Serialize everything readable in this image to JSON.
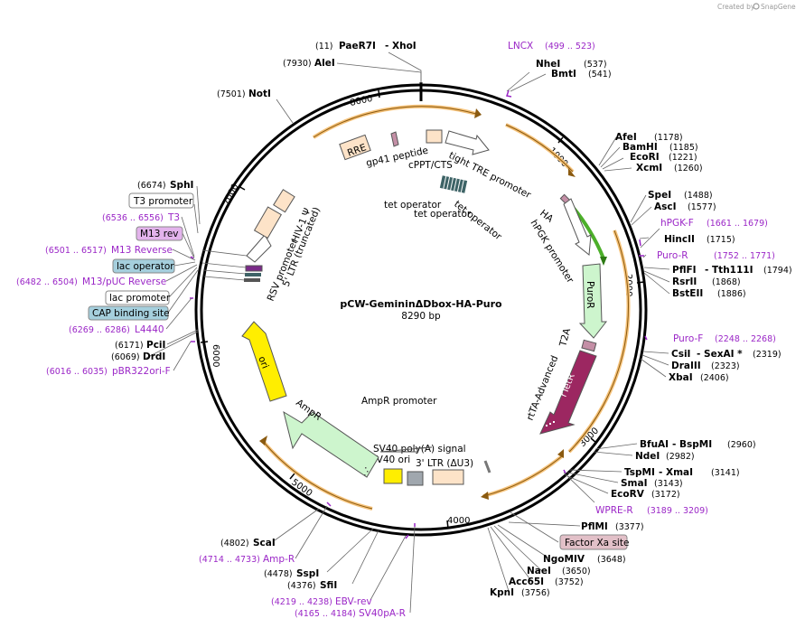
{
  "credit": {
    "created_by": "Created by",
    "brand": "SnapGene"
  },
  "plasmid": {
    "name": "pCW-GemininΔDbox-HA-Puro",
    "length": "8290 bp"
  },
  "ticks": [
    "1000",
    "2000",
    "3000",
    "4000",
    "5000",
    "6000",
    "7000",
    "8000"
  ],
  "sites": {
    "s1": {
      "pos": "(11)",
      "name": "PaeR7I",
      "name2": "- XhoI"
    },
    "s2": {
      "pos": "(7930)",
      "name": "AleI"
    },
    "s3": {
      "pos": "(7501)",
      "name": "NotI"
    },
    "s4": {
      "name": "NheI",
      "pos": "(537)"
    },
    "s5": {
      "name": "BmtI",
      "pos": "(541)"
    },
    "s6": {
      "name": "AfeI",
      "pos": "(1178)"
    },
    "s7": {
      "name": "BamHI",
      "pos": "(1185)"
    },
    "s8": {
      "name": "EcoRI",
      "pos": "(1221)"
    },
    "s9": {
      "name": "XcmI",
      "pos": "(1260)"
    },
    "s10": {
      "name": "SpeI",
      "pos": "(1488)"
    },
    "s11": {
      "name": "AscI",
      "pos": "(1577)"
    },
    "s12": {
      "name": "HincII",
      "pos": "(1715)"
    },
    "s13": {
      "name": "PflFI",
      "name2": "- Tth111I",
      "pos": "(1794)"
    },
    "s14": {
      "name": "RsrII",
      "pos": "(1868)"
    },
    "s15": {
      "name": "BstEII",
      "pos": "(1886)"
    },
    "s16": {
      "name": "CsiI",
      "name2": "- SexAI *",
      "pos": "(2319)"
    },
    "s17": {
      "name": "DraIII",
      "pos": "(2323)"
    },
    "s18": {
      "name": "XbaI",
      "pos": "(2406)"
    },
    "s19": {
      "name": "BfuAI",
      "name2": "- BspMI",
      "pos": "(2960)"
    },
    "s20": {
      "name": "NdeI",
      "pos": "(2982)"
    },
    "s21": {
      "name": "TspMI",
      "name2": "- XmaI",
      "pos": "(3141)"
    },
    "s22": {
      "name": "SmaI",
      "pos": "(3143)"
    },
    "s23": {
      "name": "EcoRV",
      "pos": "(3172)"
    },
    "s24": {
      "name": "PflMI",
      "pos": "(3377)"
    },
    "s25": {
      "name": "NgoMIV",
      "pos": "(3648)"
    },
    "s26": {
      "name": "NaeI",
      "pos": "(3650)"
    },
    "s27": {
      "name": "Acc65I",
      "pos": "(3752)"
    },
    "s28": {
      "name": "KpnI",
      "pos": "(3756)"
    },
    "s29": {
      "pos": "(4802)",
      "name": "ScaI"
    },
    "s30": {
      "pos": "(4478)",
      "name": "SspI"
    },
    "s31": {
      "pos": "(4376)",
      "name": "SfiI"
    },
    "s32": {
      "pos": "(6674)",
      "name": "SphI"
    },
    "s33": {
      "pos": "(6171)",
      "name": "PciI"
    },
    "s34": {
      "pos": "(6069)",
      "name": "DrdI"
    }
  },
  "primers": {
    "p1": {
      "name": "LNCX",
      "pos": "(499 .. 523)"
    },
    "p2": {
      "name": "hPGK-F",
      "pos": "(1661 .. 1679)"
    },
    "p3": {
      "name": "Puro-R",
      "pos": "(1752 .. 1771)"
    },
    "p4": {
      "name": "Puro-F",
      "pos": "(2248 .. 2268)"
    },
    "p5": {
      "name": "WPRE-R",
      "pos": "(3189 .. 3209)"
    },
    "p6": {
      "pos": "(4714 .. 4733)",
      "name": "Amp-R"
    },
    "p7": {
      "pos": "(4219 .. 4238)",
      "name": "EBV-rev"
    },
    "p8": {
      "pos": "(4165 .. 4184)",
      "name": "SV40pA-R"
    },
    "p9": {
      "pos": "(6536 .. 6556)",
      "name": "T3"
    },
    "p10": {
      "pos": "(6501 .. 6517)",
      "name": "M13 Reverse"
    },
    "p11": {
      "pos": "(6482 .. 6504)",
      "name": "M13/pUC Reverse"
    },
    "p12": {
      "pos": "(6269 .. 6286)",
      "name": "L4440"
    },
    "p13": {
      "pos": "(6016 .. 6035)",
      "name": "pBR322ori-F"
    }
  },
  "boxed": {
    "t3_promoter": "T3 promoter",
    "m13_rev": "M13 rev",
    "lac_operator": "lac operator",
    "lac_promoter": "lac promoter",
    "cap_site": "CAP binding site",
    "factor_xa": "Factor Xa site"
  },
  "features": {
    "rre": "RRE",
    "gp41": "gp41 peptide",
    "cppt": "cPPT/CTS",
    "tight_tre": "tight TRE promoter",
    "tet_op1": "tet operator",
    "tet_op2": "tet operator",
    "tet_op3": "tet operator",
    "ha": "HA",
    "hpgk": "hPGK promoter",
    "puror": "PuroR",
    "t2a": "T2A",
    "rteter": "rTetR",
    "rtta": "rtTA-Advanced",
    "ltr3": "3' LTR (ΔU3)",
    "sv40pa": "SV40 poly(A) signal",
    "sv40ori": "SV40 ori",
    "ampr_promoter": "AmpR promoter",
    "ampr": "AmpR",
    "ori": "ori",
    "rsv": "RSV promoter",
    "ltr5": "5' LTR (truncated)",
    "hiv_psi": "HIV-1 Ψ"
  },
  "colors": {
    "primer": "#9b27c7",
    "orange_arc": "#f5a623",
    "green_arc": "#4caf2a",
    "feature_fill": "#fde3c8",
    "rtta": "#9c2761",
    "ori": "#ffee00",
    "ampr": "#cdf5cd"
  }
}
